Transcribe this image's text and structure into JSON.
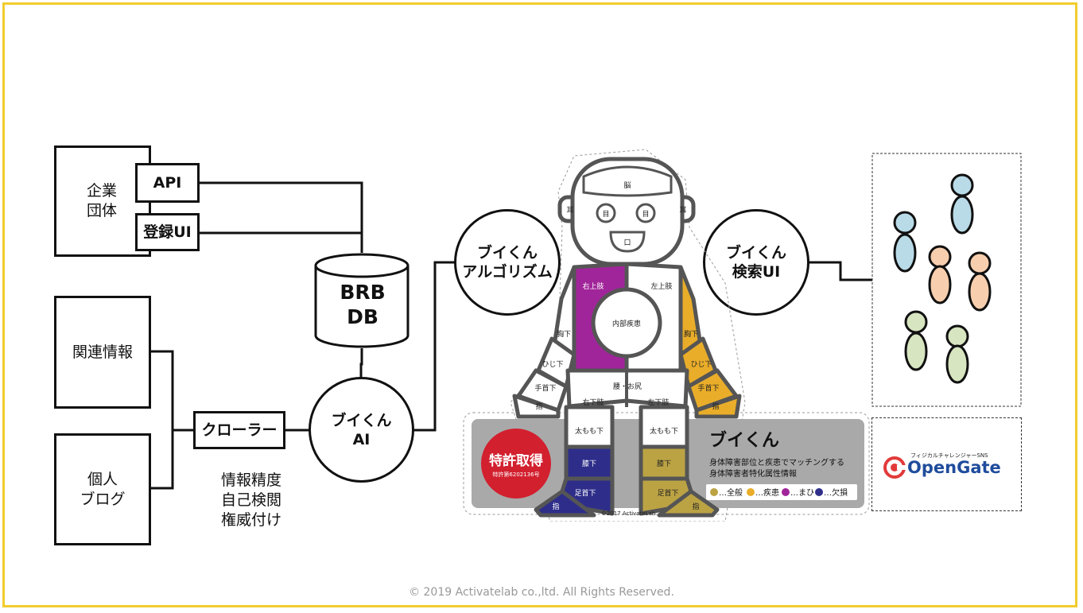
{
  "colors": {
    "frame": "#f2cc2e",
    "purple": "#a1259a",
    "orange": "#e9ad2a",
    "navy": "#2e2e8a",
    "olive": "#bba344",
    "patent_red": "#d2202f",
    "opengate_red": "#e23a3a",
    "opengate_blue": "#1f4c9c",
    "person_blue": "#b9dbe8",
    "person_peach": "#f8cfae",
    "person_green": "#d7e5c1"
  },
  "sources": {
    "company": "企業\n団体",
    "api": "API",
    "register_ui": "登録UI",
    "related_info": "関連情報",
    "personal_blog": "個人\nブログ",
    "crawler": "クローラー",
    "crawler_note": "情報精度\n自己検閲\n権威付け"
  },
  "db": {
    "label": "BRB\nDB"
  },
  "circles": {
    "ai": "ブイくん\nAI",
    "algorithm": "ブイくん\nアルゴリズム",
    "search_ui": "ブイくん\n検索UI"
  },
  "robot": {
    "brain": "脳",
    "ear_left": "耳",
    "ear_right": "耳",
    "eye_left": "目",
    "eye_right": "目",
    "mouth": "口",
    "upper_right_limb": "右上肢",
    "upper_left_limb": "左上肢",
    "internal_disease": "内部疾患",
    "below_chest_left": "胸下",
    "below_chest_right": "胸下",
    "below_elbow_left": "ひじ下",
    "below_elbow_right": "ひじ下",
    "below_wrist_left": "手首下",
    "below_wrist_right": "手首下",
    "finger_left": "指",
    "finger_right": "指",
    "waist": "腰・お尻",
    "lower_right_limb": "右下肢",
    "lower_left_limb": "左下肢",
    "thigh_left": "太もも下",
    "thigh_right": "太もも下",
    "below_knee_left": "膝下",
    "below_knee_right": "膝下",
    "below_ankle_left": "足首下",
    "below_ankle_right": "足首下",
    "toe_left": "指",
    "toe_right": "指",
    "copyright": "©2017 ActivateLab"
  },
  "panel": {
    "title": "ブイくん",
    "line1": "身体障害部位と疾患でマッチングする",
    "line2": "身体障害者特化属性情報",
    "legend": [
      {
        "label": "…全般",
        "color": "#bba344"
      },
      {
        "label": "…疾患",
        "color": "#e9ad2a"
      },
      {
        "label": "…まひ",
        "color": "#a1259a"
      },
      {
        "label": "…欠損",
        "color": "#2e2e8a"
      }
    ]
  },
  "patent": {
    "title": "特許取得",
    "number": "特許第6202136号"
  },
  "opengate": {
    "tagline": "フィジカルチャレンジャーSNS",
    "name": "OpenGate"
  },
  "footer": "© 2019 Activatelab co.,ltd. All Rights Reserved."
}
